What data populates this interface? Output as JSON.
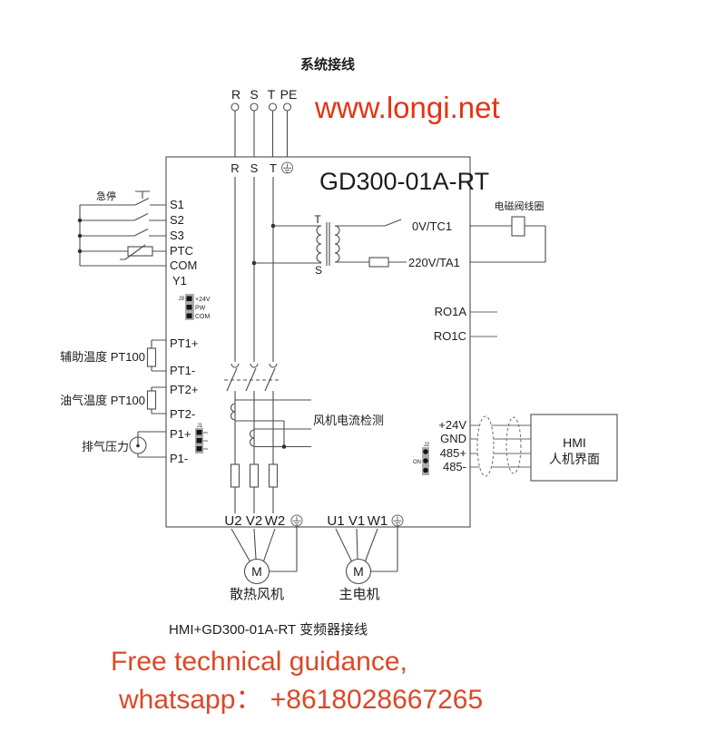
{
  "page": {
    "title": "系统接线",
    "watermark": "www.longi.net",
    "caption": "HMI+GD300-01A-RT 变频器接线"
  },
  "promo": {
    "line1": "Free technical guidance,",
    "line2": "whatsapp： +8618028667265"
  },
  "colors": {
    "watermark_red": "#e63214",
    "promo_red": "#dc4828",
    "line_gray": "#4d4d4d"
  },
  "inverter": {
    "model": "GD300-01A-RT",
    "input_terminals": [
      "R",
      "S",
      "T",
      "PE"
    ],
    "inner_terminals": [
      "R",
      "S",
      "T"
    ],
    "digital_inputs": [
      "S1",
      "S2",
      "S3",
      "PTC",
      "COM",
      "Y1"
    ],
    "estop_label": "急停",
    "jumper_j9": {
      "label": "J9",
      "pins": [
        "+24V",
        "PW",
        "COM"
      ]
    },
    "control_transformer": {
      "primary_top": "T",
      "primary_bottom": "S",
      "out_top": "0V/TC1",
      "out_bottom": "220V/TA1"
    },
    "relay_outputs": [
      "RO1A",
      "RO1C"
    ],
    "temp1": {
      "label": "辅助温度 PT100",
      "plus": "PT1+",
      "minus": "PT1-"
    },
    "temp2": {
      "label": "油气温度 PT100",
      "plus": "PT2+",
      "minus": "PT2-"
    },
    "pressure": {
      "label": "排气压力",
      "plus": "P1+",
      "minus": "P1-",
      "jumper": "J1"
    },
    "fan_ct_label": "风机电流检测",
    "comm": {
      "terminals": [
        "+24V",
        "GND",
        "485+",
        "485-"
      ],
      "jumper": {
        "label": "J2",
        "side": "ON"
      }
    },
    "fan_output": [
      "U2",
      "V2",
      "W2"
    ],
    "motor_output": [
      "U1",
      "V1",
      "W1"
    ]
  },
  "external": {
    "solenoid_label": "电磁阀线圈",
    "hmi": {
      "line1": "HMI",
      "line2": "人机界面"
    },
    "fan": {
      "symbol": "M",
      "label": "散热风机"
    },
    "motor": {
      "symbol": "M",
      "label": "主电机"
    }
  }
}
